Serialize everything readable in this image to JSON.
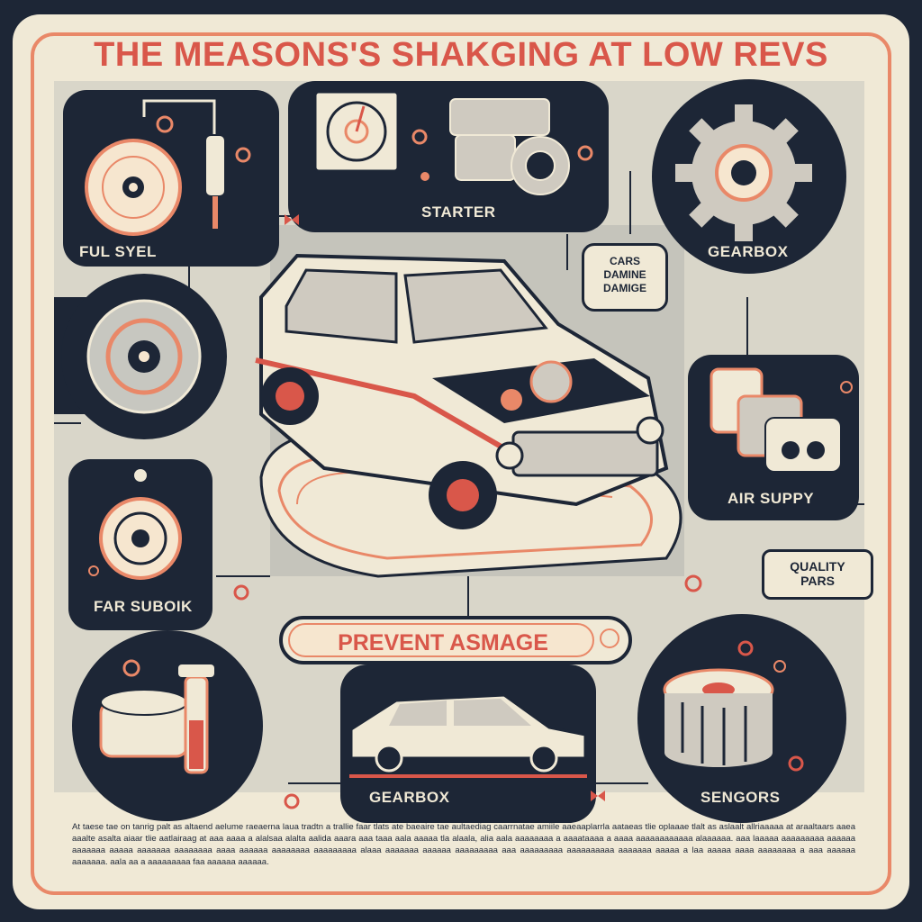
{
  "title": "THE MEASONS'S SHAKGING AT LOW REVS",
  "panels": {
    "fuel": "FUL SYEL",
    "starter": "STARTER",
    "gearbox_top": "GEARBOX",
    "air": "AIR SUPPY",
    "fan": "FAR SUBOIK",
    "gearbox_bottom": "GEARBOX",
    "sensors": "SENGORS"
  },
  "bubble": {
    "line1": "CARS",
    "line2": "DAMINE",
    "line3": "DAMIGE"
  },
  "tag": {
    "line1": "QUALITY",
    "line2": "PARS"
  },
  "banner": "PREVENT ASMAGE",
  "caption": "At taese tae on tanrig palt as altaend aelume raeaerna laua tradtn a trallie faar tlats ate baeaire tae aultaediag caarrnatae amiile aaeaaplarrla aataeas tlie oplaaae tlalt as aslaalt allriaaaaa at araaltaars aaea aaalte asalta aiaar tlie aatlairaag at aaa aaaa a alalsaa alalta aalida aaara aaa taaa aala aaaaa tla alaala, alia aala aaaaaaaa a aaaataaaa a aaaa aaaaaaaaaaaa alaaaaaa. aaa laaaaa aaaaaaaaa aaaaaa aaaaaaa aaaaa aaaaaaa aaaaaaaa aaaa aaaaaa aaaaaaaa aaaaaaaaa alaaa aaaaaaa aaaaaa aaaaaaaaa aaa aaaaaaaaa aaaaaaaaaa aaaaaaa aaaaa a laa aaaaa aaaa aaaaaaaa a aaa aaaaaa aaaaaaa. aala aa a aaaaaaaaa faa aaaaaa aaaaaa."
}
